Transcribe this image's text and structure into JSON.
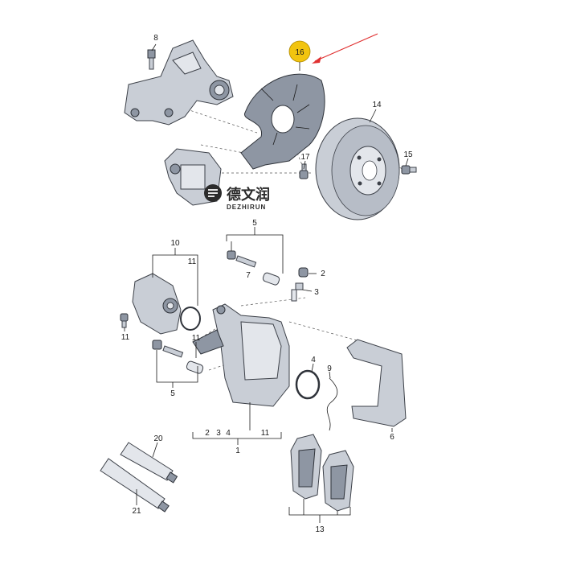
{
  "callouts": {
    "c1": "1",
    "c2": "2",
    "c3": "3",
    "c4": "4",
    "c5_top": "5",
    "c5_bottom": "5",
    "c6": "6",
    "c7": "7",
    "c8": "8",
    "c9": "9",
    "c10": "10",
    "c11_top": "11",
    "c11_left": "11",
    "c11_bottom": "11",
    "c13": "13",
    "c14": "14",
    "c15": "15",
    "c16": "16",
    "c17": "17",
    "c20": "20",
    "c21": "21",
    "row1_2": "2",
    "row1_3": "3",
    "row1_4": "4"
  },
  "highlight": {
    "color": "#f2c40f",
    "arrow_color": "#e03030"
  },
  "watermark": {
    "cn": "德文润",
    "en": "DEZHIRUN"
  }
}
